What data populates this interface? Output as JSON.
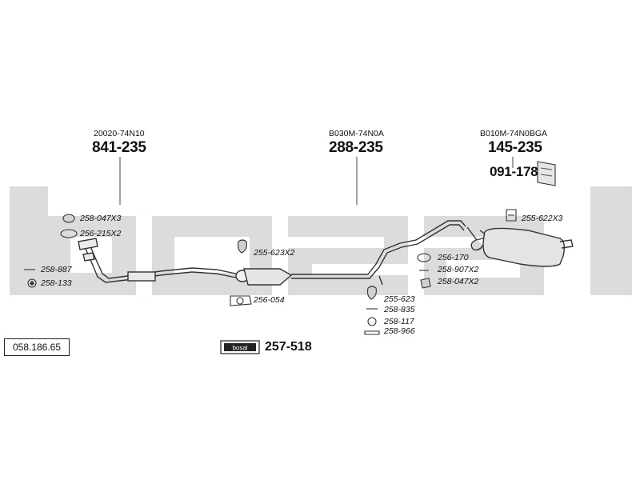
{
  "watermark": {
    "text": "bosal",
    "color": "#dcdcdc"
  },
  "assemblies": [
    {
      "code": "20020-74N10",
      "number": "841-235"
    },
    {
      "code": "B030M-74N0A",
      "number": "288-235"
    },
    {
      "code": "B010M-74N0BGA",
      "number": "145-235"
    }
  ],
  "extra_part": "091-178",
  "parts": {
    "p1": "258-047X3",
    "p2": "256-215X2",
    "p3": "258-887",
    "p4": "258-133",
    "p5": "255-623X2",
    "p6": "256-054",
    "p7": "255-623",
    "p8": "258-835",
    "p9": "258-117",
    "p10": "258-966",
    "p11": "256-170",
    "p12": "258-907X2",
    "p13": "258-047X2",
    "p14": "255-622X3"
  },
  "kit": {
    "badge": "bosal",
    "number": "257-518"
  },
  "catalog_number": "058.186.65"
}
